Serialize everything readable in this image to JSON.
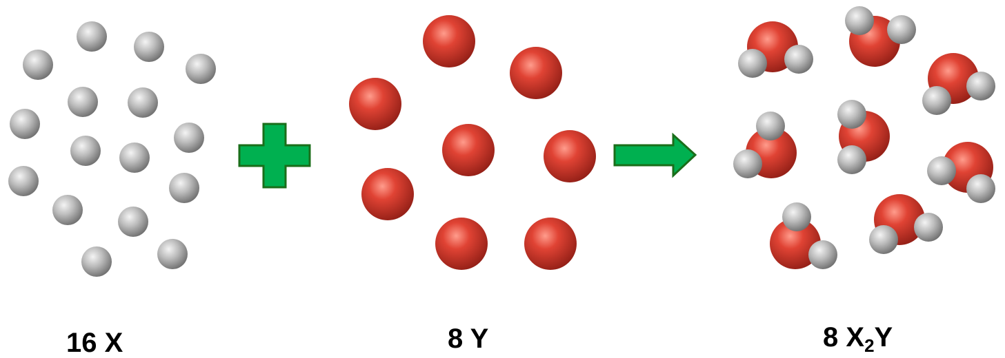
{
  "colors": {
    "background": "#ffffff",
    "small_atom": "#b4b4b4",
    "small_atom_light": "#f4f4f4",
    "small_atom_dark": "#6e6e6e",
    "large_atom": "#d63a2e",
    "large_atom_light": "#ff9c8c",
    "large_atom_dark": "#8c1c14",
    "operator_fill": "#00b050",
    "operator_stroke": "#1a6e1a"
  },
  "reactant_1": {
    "label_count": "16",
    "label_symbol": "X",
    "particle_count": 16,
    "particle_type": "small grey sphere"
  },
  "operator_plus": {
    "icon": "plus-icon"
  },
  "reactant_2": {
    "label_count": "8",
    "label_symbol": "Y",
    "particle_count": 8,
    "particle_type": "large red sphere"
  },
  "operator_arrow": {
    "icon": "right-arrow-icon"
  },
  "product": {
    "label_count": "8",
    "label_symbol": "X",
    "label_subscript": "2",
    "label_tail": "Y",
    "particle_count": 8,
    "particle_type": "X2Y molecule (one red sphere bonded to two grey spheres)"
  }
}
